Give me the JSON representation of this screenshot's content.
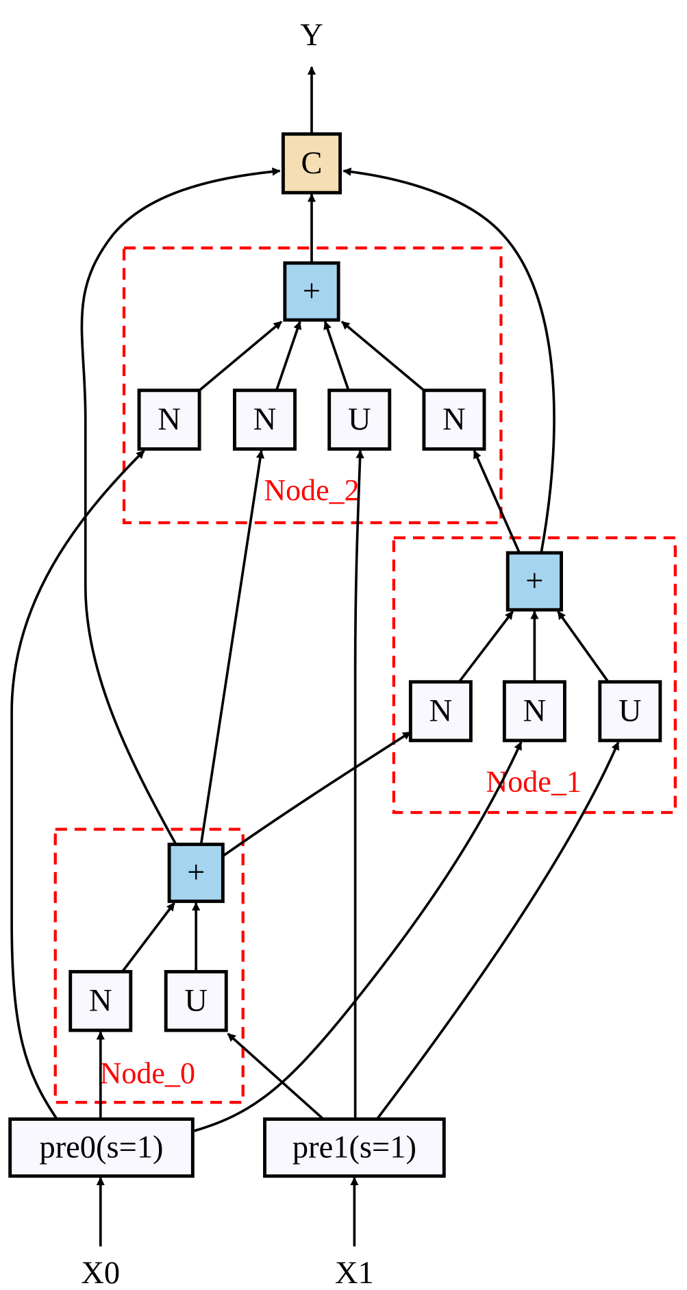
{
  "output": {
    "label": "Y"
  },
  "concat": {
    "label": "C"
  },
  "inputs": [
    {
      "label": "X0"
    },
    {
      "label": "X1"
    }
  ],
  "preprocess": [
    {
      "label": "pre0(s=1)"
    },
    {
      "label": "pre1(s=1)"
    }
  ],
  "clusters": [
    {
      "label": "Node_0",
      "sum": "+",
      "ops": [
        "N",
        "U"
      ]
    },
    {
      "label": "Node_1",
      "sum": "+",
      "ops": [
        "N",
        "N",
        "U"
      ]
    },
    {
      "label": "Node_2",
      "sum": "+",
      "ops": [
        "N",
        "N",
        "U",
        "N"
      ]
    }
  ],
  "colors": {
    "cluster": "#ff0000",
    "sum": "#a5d4ee",
    "concat": "#f5deb3",
    "op": "#f8f8fe"
  }
}
